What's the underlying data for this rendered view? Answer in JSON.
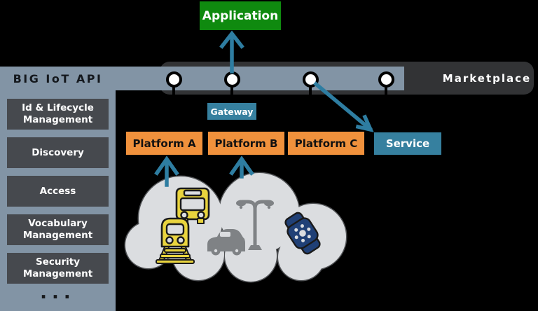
{
  "application": {
    "label": "Application"
  },
  "marketplace": {
    "label": "Marketplace",
    "connector_count": 4
  },
  "api": {
    "title": "BIG IoT API",
    "items": [
      {
        "label": "Id & Lifecycle Management"
      },
      {
        "label": "Discovery"
      },
      {
        "label": "Access"
      },
      {
        "label": "Vocabulary Management"
      },
      {
        "label": "Security Management"
      }
    ],
    "more": "..."
  },
  "gateway": {
    "label": "Gateway"
  },
  "platforms": [
    {
      "label": "Platform A"
    },
    {
      "label": "Platform B"
    },
    {
      "label": "Platform C"
    }
  ],
  "service": {
    "label": "Service"
  },
  "cloud": {
    "icons": [
      "bus-icon",
      "train-icon",
      "car-icon",
      "street-lamp-icon",
      "smartwatch-icon"
    ]
  },
  "colors": {
    "bg": "#000000",
    "slate": "#8294a5",
    "bar_dark": "#323335",
    "panel_box": "#46494e",
    "green": "#0f8a0f",
    "orange": "#f0913c",
    "teal": "#36809f",
    "arrow": "#2e7da1",
    "cloud": "#dbdde0",
    "cloud_stroke": "#4f5154",
    "yellow": "#e9d43e",
    "gray_icon": "#7f8285",
    "blue_icon": "#204076",
    "title_dark": "#14181d",
    "text_white": "#ffffff",
    "text_black": "#111111"
  }
}
